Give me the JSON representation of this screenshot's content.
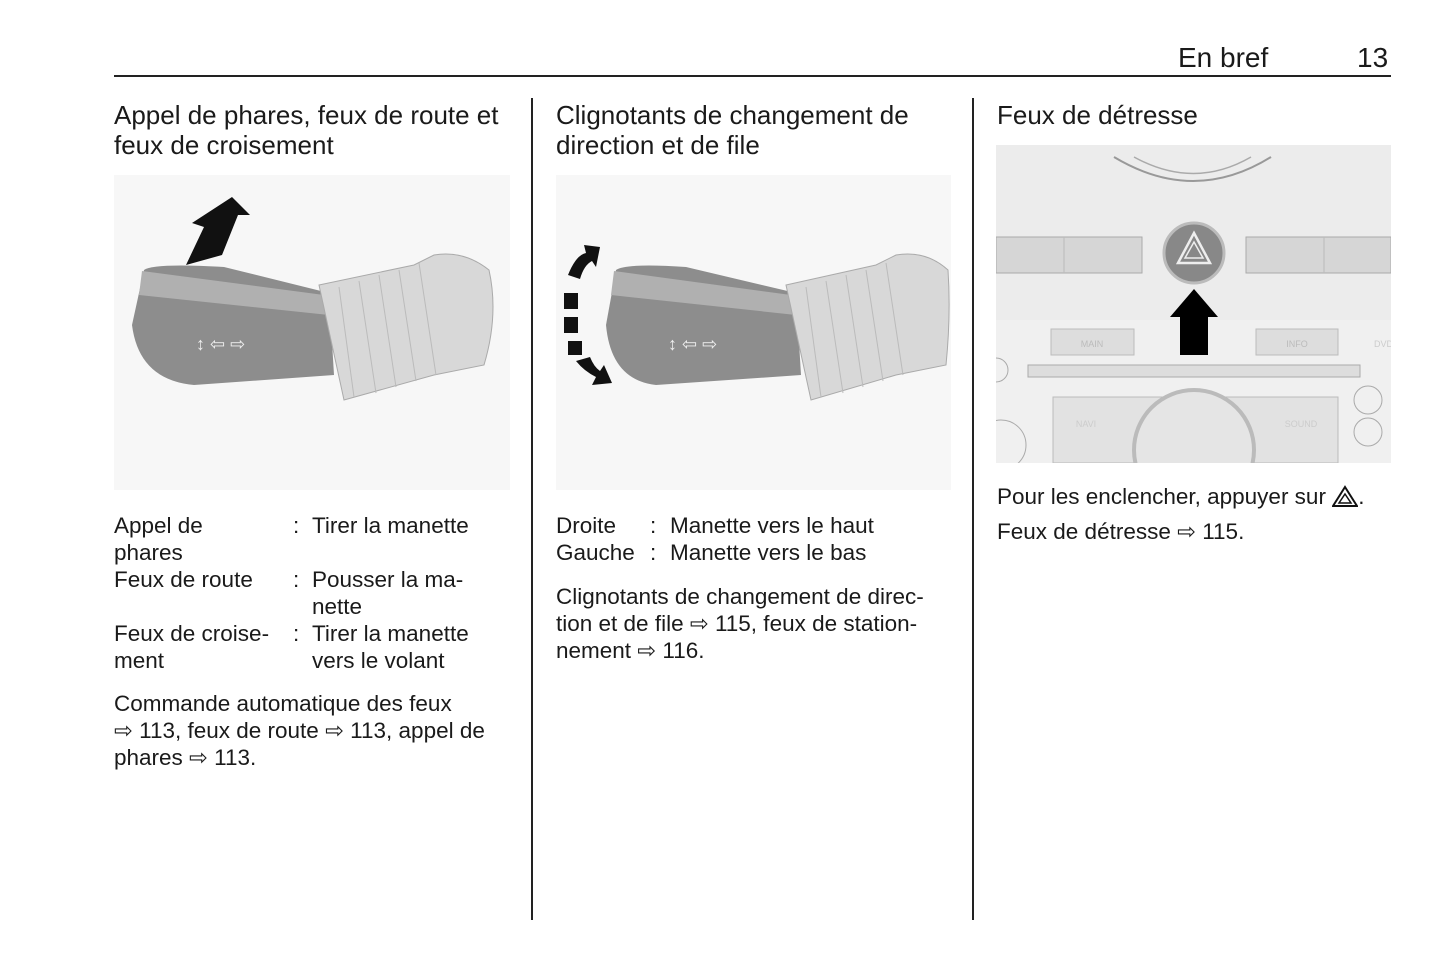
{
  "header": {
    "section": "En bref",
    "page_number": "13"
  },
  "col1": {
    "title_lines": [
      "Appel de phares, feux de route et",
      "feux de croisement"
    ],
    "definitions": [
      {
        "term_lines": [
          "Appel de",
          "phares"
        ],
        "desc_lines": [
          "Tirer la manette"
        ]
      },
      {
        "term_lines": [
          "Feux de route"
        ],
        "desc_lines": [
          "Pousser la ma-",
          "nette"
        ]
      },
      {
        "term_lines": [
          "Feux de croise-",
          "ment"
        ],
        "desc_lines": [
          "Tirer la manette",
          "vers le volant"
        ]
      }
    ],
    "separator": ":",
    "paragraph_lines": [
      "Commande automatique des feux",
      "⇨ 113, feux de route ⇨ 113, appel de",
      "phares ⇨ 113."
    ]
  },
  "col2": {
    "title_lines": [
      "Clignotants de changement de",
      "direction et de file"
    ],
    "definitions": [
      {
        "term": "Droite",
        "desc": "Manette vers le haut"
      },
      {
        "term": "Gauche",
        "desc": "Manette vers le bas"
      }
    ],
    "separator": ":",
    "paragraph_lines": [
      "Clignotants de changement de direc-",
      "tion et de file ⇨ 115, feux de station-",
      "nement ⇨ 116."
    ]
  },
  "col3": {
    "title": "Feux de détresse",
    "figure_labels": {
      "main": "MAIN",
      "info": "INFO",
      "navi": "NAVI",
      "sound": "SOUND",
      "dvd": "DVD"
    },
    "line1": "Pour les enclencher, appuyer sur",
    "line1_end": ".",
    "line2": "Feux de détresse ⇨ 115."
  }
}
